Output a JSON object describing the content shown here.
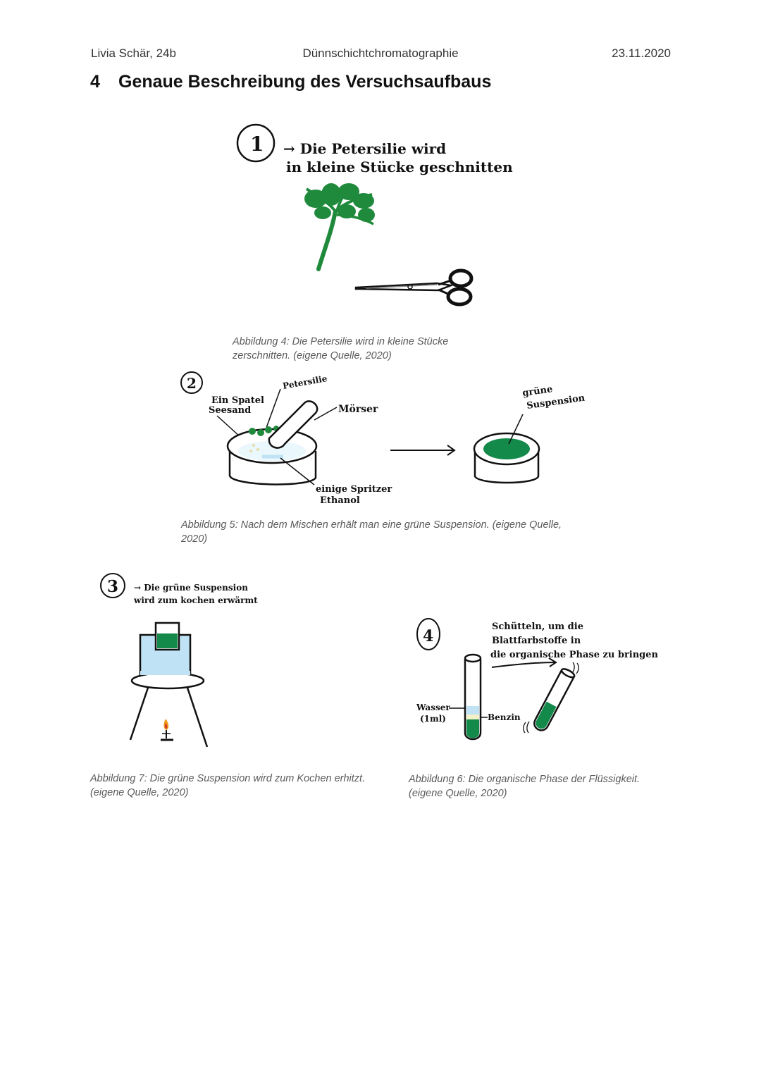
{
  "header": {
    "author": "Livia Schär, 24b",
    "title": "Dünnschichtchromatographie",
    "date": "23.11.2020"
  },
  "section": {
    "number": "4",
    "title": "Genaue Beschreibung des Versuchsaufbaus"
  },
  "figures": {
    "fig4": {
      "step": "1",
      "note_line1": "→ Die Petersilie wird",
      "note_line2": "in kleine Stücke geschnitten",
      "caption": "Abbildung 4: Die Petersilie wird in kleine Stücke zerschnitten. (eigene Quelle, 2020)"
    },
    "fig5": {
      "step": "2",
      "label_spatel_line1": "Ein Spatel",
      "label_spatel_line2": "Seesand",
      "label_petersilie": "Petersilie",
      "label_moerser": "Mörser",
      "label_ethanol_line1": "einige Spritzer",
      "label_ethanol_line2": "Ethanol",
      "label_suspension_line1": "grüne",
      "label_suspension_line2": "Suspension",
      "caption": "Abbildung 5: Nach dem Mischen erhält man eine grüne Suspension. (eigene Quelle, 2020)"
    },
    "fig7": {
      "step": "3",
      "note_line1": "→ Die grüne Suspension",
      "note_line2": "wird zum kochen erwärmt",
      "caption": "Abbildung 7: Die grüne Suspension wird zum Kochen erhitzt. (eigene Quelle, 2020)"
    },
    "fig6": {
      "step": "4",
      "note_line1": "Schütteln, um die",
      "note_line2": "Blattfarbstoffe in",
      "note_line3": "die organische Phase zu bringen",
      "label_wasser_line1": "Wasser",
      "label_wasser_line2": "(1ml)",
      "label_benzin": "Benzin",
      "caption": "Abbildung 6: Die organische Phase der Flüssigkeit. (eigene Quelle, 2020)"
    }
  },
  "colors": {
    "parsley_green": "#1f8a3c",
    "suspension_green": "#13894a",
    "water_blue": "#bfe3f5",
    "ink": "#111111"
  }
}
